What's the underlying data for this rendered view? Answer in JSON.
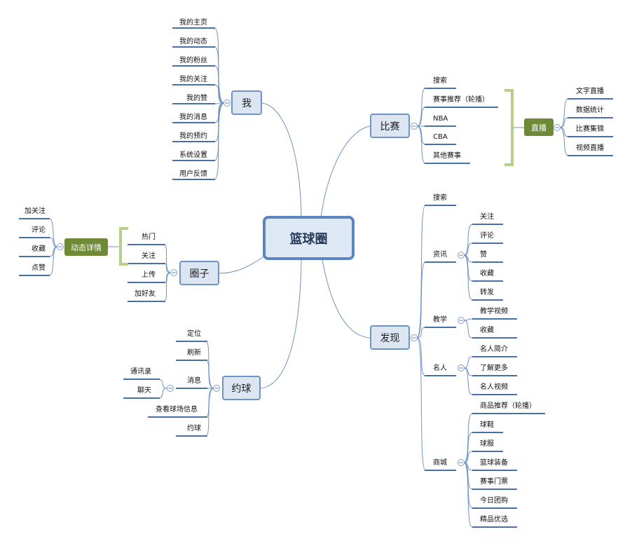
{
  "center": "篮球圈",
  "me": {
    "label": "我",
    "items": [
      "我的主页",
      "我的动态",
      "我的粉丝",
      "我的关注",
      "我的赞",
      "我的消息",
      "我的预约",
      "系统设置",
      "用户反馈"
    ]
  },
  "match": {
    "label": "比赛",
    "items": [
      "搜索",
      "赛事推荐（轮播）",
      "NBA",
      "CBA",
      "其他赛事"
    ],
    "live": {
      "label": "直播",
      "items": [
        "文字直播",
        "数据统计",
        "比赛集锦",
        "视频直播"
      ]
    }
  },
  "circle": {
    "label": "圈子",
    "items": [
      "热门",
      "关注",
      "上传",
      "加好友"
    ],
    "detail": {
      "label": "动态详情",
      "items": [
        "加关注",
        "评论",
        "收藏",
        "点赞"
      ]
    }
  },
  "play": {
    "label": "约球",
    "items": [
      "定位",
      "刷新",
      "消息",
      "查看球场信息",
      "约球"
    ],
    "msg_children": [
      "通讯录",
      "聊天"
    ]
  },
  "discover": {
    "label": "发现",
    "search": "搜索",
    "news": {
      "label": "资讯",
      "items": [
        "关注",
        "评论",
        "赞",
        "收藏",
        "转发"
      ]
    },
    "teach": {
      "label": "教学",
      "items": [
        "教学视频",
        "收藏"
      ]
    },
    "celeb": {
      "label": "名人",
      "items": [
        "名人简介",
        "了解更多",
        "名人视频"
      ]
    },
    "mall": {
      "label": "商城",
      "items": [
        "商品推荐（轮播）",
        "球鞋",
        "球服",
        "篮球装备",
        "赛事门票",
        "今日团购",
        "精品优选"
      ]
    }
  },
  "colors": {
    "line": "#6f93c4",
    "underline": "#4a6fa5",
    "bracket": "#b5cf8b",
    "green": "#6f8a37"
  }
}
